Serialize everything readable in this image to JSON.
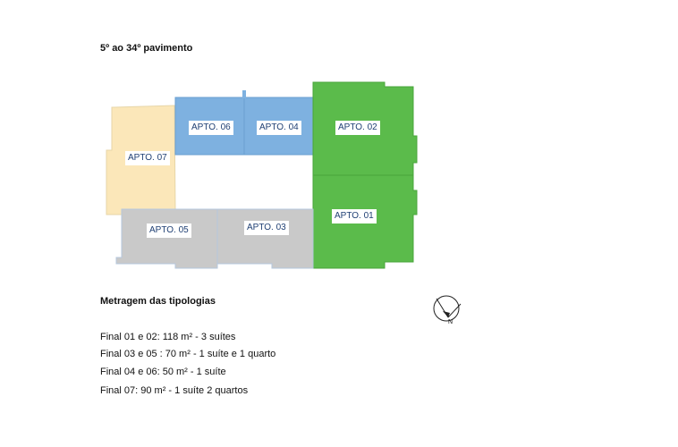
{
  "header": {
    "title": "5º ao 34º pavimento"
  },
  "floorplan": {
    "units": [
      {
        "id": "apto-07",
        "label": "APTO. 07",
        "color": "#fbe7b9"
      },
      {
        "id": "apto-06",
        "label": "APTO. 06",
        "color": "#7eb1e0"
      },
      {
        "id": "apto-04",
        "label": "APTO. 04",
        "color": "#7eb1e0"
      },
      {
        "id": "apto-02",
        "label": "APTO. 02",
        "color": "#5bbb4b"
      },
      {
        "id": "apto-01",
        "label": "APTO. 01",
        "color": "#5bbb4b"
      },
      {
        "id": "apto-05",
        "label": "APTO. 05",
        "color": "#c9c9c9"
      },
      {
        "id": "apto-03",
        "label": "APTO. 03",
        "color": "#c9c9c9"
      }
    ]
  },
  "typologies": {
    "title": "Metragem das tipologias",
    "items": [
      "Final 01 e 02: 118 m² - 3 suítes",
      "Final 03 e 05 : 70 m² - 1 suíte e 1 quarto",
      "Final 04 e 06: 50 m² - 1 suíte",
      "Final 07: 90 m² - 1 suíte 2 quartos"
    ]
  },
  "compass": {
    "label": "N",
    "icon": "north-arrow-icon"
  }
}
